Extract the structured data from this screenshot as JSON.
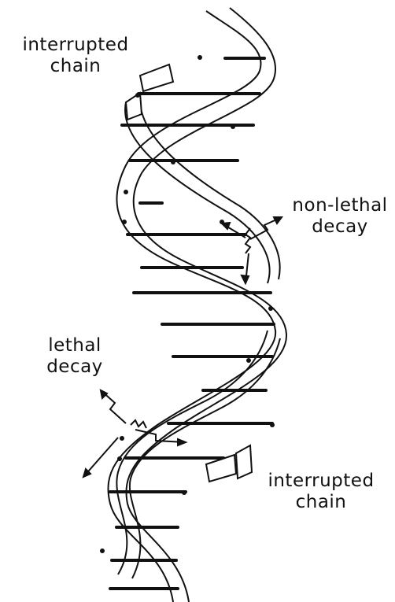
{
  "labels": {
    "top_left": {
      "line1": "interrupted",
      "line2": "chain"
    },
    "right": {
      "line1": "non-lethal",
      "line2": "decay"
    },
    "left": {
      "line1": "lethal",
      "line2": "decay"
    },
    "bottom_right": {
      "line1": "interrupted",
      "line2": "chain"
    }
  },
  "colors": {
    "ink": "#111111",
    "background": "#ffffff"
  }
}
